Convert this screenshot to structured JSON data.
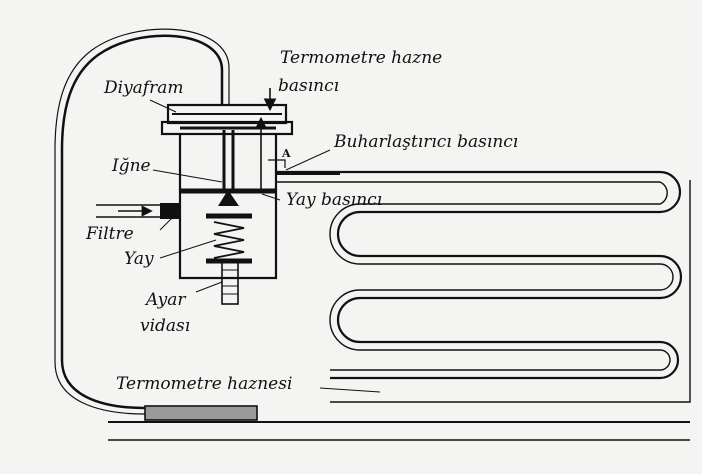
{
  "labels": {
    "diaphragm": "Diyafram",
    "bulb_pressure_line1": "Termometre hazne",
    "bulb_pressure_line2": "basıncı",
    "evaporator_pressure": "Buharlaştırıcı basıncı",
    "needle": "Iğne",
    "spring_pressure": "Yay basıncı",
    "filter": "Filtre",
    "spring": "Yay",
    "adjust_screw_line1": "Ayar",
    "adjust_screw_line2": "vidası",
    "sensing_bulb": "Termometre haznesi",
    "point_a": "A"
  }
}
